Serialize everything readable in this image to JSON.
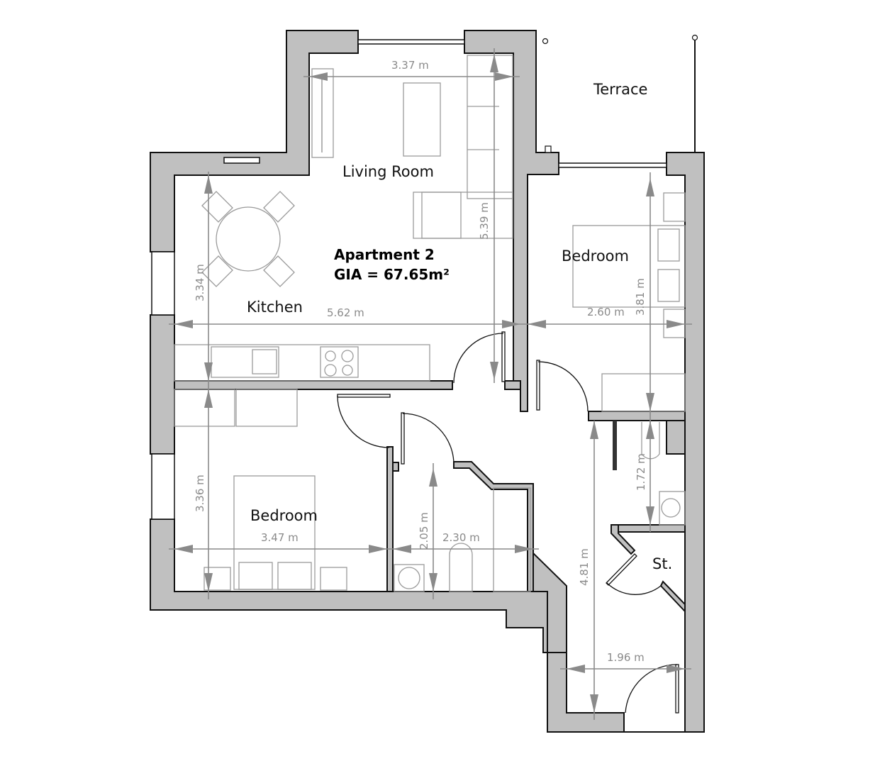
{
  "plan": {
    "title": "Apartment 2",
    "gia": "GIA = 67.65m²"
  },
  "rooms": {
    "living_room": "Living Room",
    "kitchen": "Kitchen",
    "bedroom_1": "Bedroom",
    "bedroom_2": "Bedroom",
    "terrace": "Terrace",
    "storage": "St."
  },
  "dimensions": {
    "living_width": "3.37 m",
    "living_depth": "5.39 m",
    "kitchen_depth": "3.34 m",
    "kitchen_living_width": "5.62 m",
    "bedroom_east_width": "2.60 m",
    "bedroom_east_depth": "3.81 m",
    "bedroom_west_depth": "3.36 m",
    "bedroom_west_width": "3.47 m",
    "bathroom_depth": "2.05 m",
    "bathroom_width": "2.30 m",
    "ensuite_depth": "1.72 m",
    "hall_depth": "4.81 m",
    "hall_width": "1.96 m"
  },
  "colors": {
    "wall_fill": "#c0c0c0",
    "wall_outline": "#111111",
    "dimension_line": "#8a8a8a",
    "furniture_line": "#9a9a9a"
  }
}
